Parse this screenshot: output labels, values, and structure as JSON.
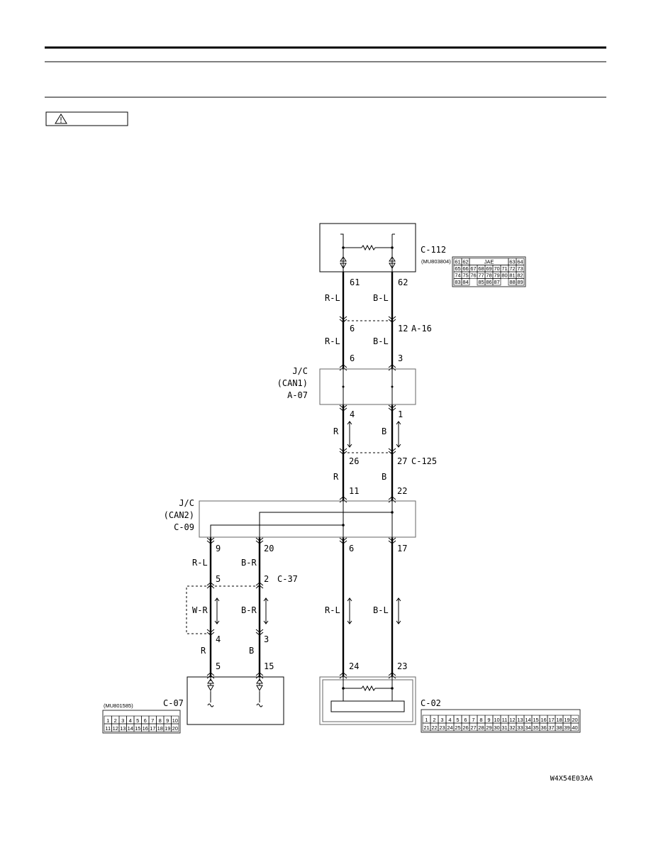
{
  "connectors": {
    "c112": {
      "name": "C-112",
      "part": "(MU803804)",
      "pins": [
        "61",
        "62"
      ],
      "brand": "JAE",
      "grid_rows": [
        [
          "61",
          "62",
          "",
          "",
          "",
          "",
          "",
          "63",
          "64"
        ],
        [
          "65",
          "66",
          "67",
          "68",
          "69",
          "70",
          "71",
          "72",
          "73"
        ],
        [
          "74",
          "75",
          "76",
          "77",
          "78",
          "79",
          "80",
          "81",
          "82"
        ],
        [
          "83",
          "84",
          "",
          "85",
          "86",
          "87",
          "",
          "88",
          "89"
        ]
      ]
    },
    "a16": {
      "name": "A-16",
      "pins": [
        "6",
        "12"
      ]
    },
    "a07": {
      "name": "A-07",
      "line1": "J/C",
      "line2": "(CAN1)",
      "pins": [
        "6",
        "3",
        "4",
        "1"
      ]
    },
    "c125": {
      "name": "C-125",
      "pins": [
        "26",
        "27"
      ]
    },
    "c09": {
      "name": "C-09",
      "line1": "J/C",
      "line2": "(CAN2)",
      "pins": [
        "11",
        "22",
        "9",
        "20",
        "6",
        "17"
      ]
    },
    "c37": {
      "name": "C-37",
      "pins": [
        "5",
        "2",
        "4",
        "3"
      ]
    },
    "c07": {
      "name": "C-07",
      "part": "(MU801585)",
      "pins": [
        "5",
        "15"
      ],
      "grid_rows": [
        [
          "1",
          "2",
          "3",
          "4",
          "5",
          "6",
          "7",
          "8",
          "9",
          "10"
        ],
        [
          "11",
          "12",
          "13",
          "14",
          "15",
          "16",
          "17",
          "18",
          "19",
          "20"
        ]
      ]
    },
    "c02": {
      "name": "C-02",
      "pins": [
        "24",
        "23"
      ],
      "grid_rows": [
        [
          "1",
          "2",
          "3",
          "4",
          "5",
          "6",
          "7",
          "8",
          "9",
          "10",
          "11",
          "12",
          "13",
          "14",
          "15",
          "16",
          "17",
          "18",
          "19",
          "20"
        ],
        [
          "21",
          "22",
          "23",
          "24",
          "25",
          "26",
          "27",
          "28",
          "29",
          "30",
          "31",
          "32",
          "33",
          "34",
          "35",
          "36",
          "37",
          "38",
          "39",
          "40"
        ]
      ]
    }
  },
  "wire_colors": {
    "seg1_left": "R-L",
    "seg1_right": "B-L",
    "seg2_left": "R-L",
    "seg2_right": "B-L",
    "seg3_left": "R",
    "seg3_right": "B",
    "seg4_left": "R",
    "seg4_right": "B",
    "seg5_a": "R-L",
    "seg5_b": "B-R",
    "seg6_a": "W-R",
    "seg6_b": "B-R",
    "seg7_a": "R",
    "seg7_b": "B",
    "seg5_c": "R-L",
    "seg5_d": "B-L"
  },
  "figure_code": "W4X54E03AA"
}
